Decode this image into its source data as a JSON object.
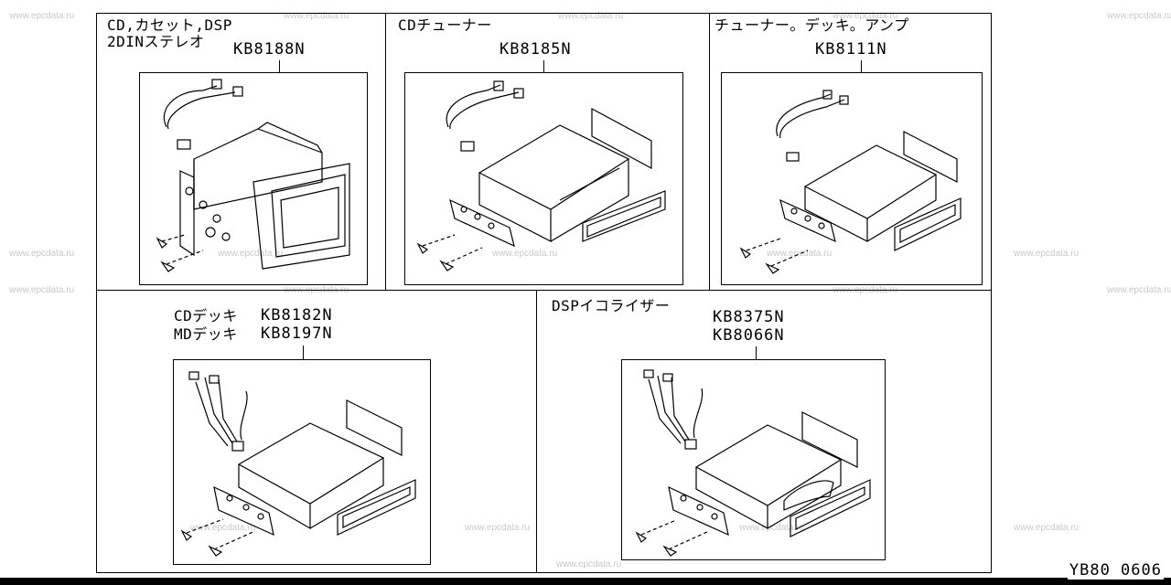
{
  "watermark": "www.epcdata.ru",
  "panels": [
    {
      "id": "p1",
      "title_line1": "CD,カセット,DSP",
      "title_line2": "2DINステレオ",
      "part_numbers": [
        "KB8188N"
      ]
    },
    {
      "id": "p2",
      "title_line1": "CDチューナー",
      "part_numbers": [
        "KB8185N"
      ]
    },
    {
      "id": "p3",
      "title_line1": "チューナー。デッキ。アンプ",
      "part_numbers": [
        "KB8111N"
      ]
    },
    {
      "id": "p4",
      "title_line1": "CDデッキ",
      "title_line2": "MDデッキ",
      "part_numbers": [
        "KB8182N",
        "KB8197N"
      ]
    },
    {
      "id": "p5",
      "title_line1": "DSPイコライザー",
      "part_numbers": [
        "KB8375N",
        "KB8066N"
      ]
    }
  ],
  "diagram_code": "YB80 0606"
}
